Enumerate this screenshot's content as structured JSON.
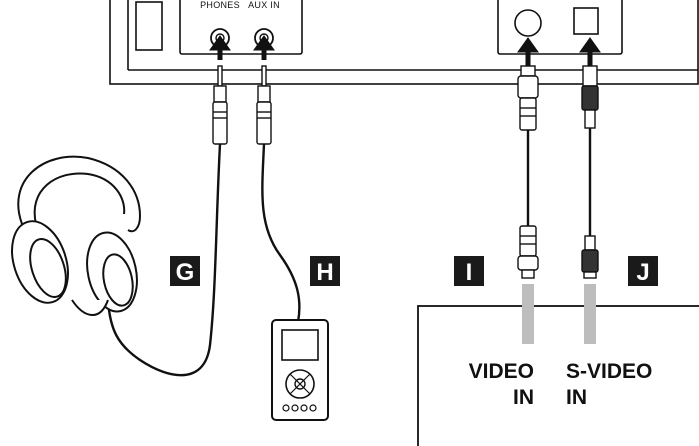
{
  "ports": {
    "phones": "PHONES",
    "aux_in": "AUX IN"
  },
  "step_labels": {
    "g": "G",
    "h": "H",
    "i": "I",
    "j": "J"
  },
  "device_labels": {
    "video_in_1": "VIDEO",
    "video_in_2": "IN",
    "svideo_in_1": "S-VIDEO",
    "svideo_in_2": "IN"
  },
  "colors": {
    "line": "#111111",
    "label_box": "#1a1a1a",
    "input_bar": "#bdbdbd"
  },
  "icons": [
    "headphones-icon",
    "media-player-icon",
    "audio-plug-icon",
    "rca-plug-icon",
    "svideo-plug-icon"
  ]
}
